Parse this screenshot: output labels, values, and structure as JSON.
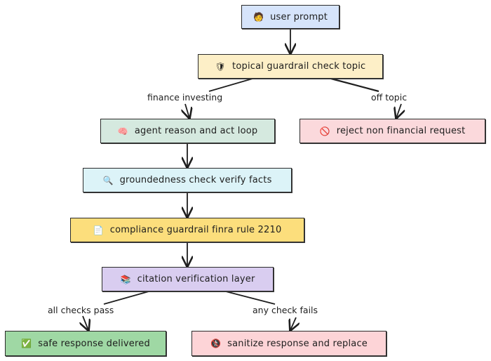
{
  "nodes": {
    "user_prompt": {
      "label": "user prompt",
      "icon": "🧑",
      "icon_name": "person-icon",
      "fill": "#d6e4fb"
    },
    "topical_guardrail": {
      "label": "topical guardrail check topic",
      "icon": "🛡",
      "icon_name": "shield-icon",
      "fill": "#fdefc7"
    },
    "agent_loop": {
      "label": "agent reason and act loop",
      "icon": "🧠",
      "icon_name": "brain-icon",
      "fill": "#d5e9df"
    },
    "reject": {
      "label": "reject non financial request",
      "icon": "🚫",
      "icon_name": "prohibited-icon",
      "fill": "#fbd9dc"
    },
    "groundedness": {
      "label": "groundedness check verify facts",
      "icon": "🔍",
      "icon_name": "magnifier-icon",
      "fill": "#dcf3f8"
    },
    "compliance": {
      "label": "compliance guardrail finra rule 2210",
      "icon": "📄",
      "icon_name": "document-icon",
      "fill": "#fcde7c"
    },
    "citation": {
      "label": "citation verification layer",
      "icon": "📚",
      "icon_name": "books-icon",
      "fill": "#d9cdf0"
    },
    "safe_response": {
      "label": "safe response delivered",
      "icon": "✅",
      "icon_name": "check-icon",
      "fill": "#9fd8a4"
    },
    "sanitize": {
      "label": "sanitize response and replace",
      "icon": "🚷",
      "icon_name": "no-pedestrians-icon",
      "fill": "#fdd4d7"
    }
  },
  "edge_labels": {
    "finance_investing": "finance investing",
    "off_topic": "off topic",
    "all_checks_pass": "all checks pass",
    "any_check_fails": "any check fails"
  },
  "colors": {
    "stroke": "#1e1e1e"
  }
}
